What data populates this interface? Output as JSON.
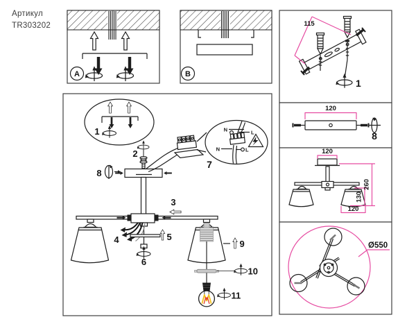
{
  "header": {
    "label": "Артикул",
    "code": "TR303202"
  },
  "panel_a": {
    "letter": "A"
  },
  "panel_b": {
    "letter": "B"
  },
  "anchor_panel": {
    "dim": "115",
    "step": "1"
  },
  "bar_panel": {
    "dim": "120",
    "step": "8"
  },
  "front_panel": {
    "dim_top": "120",
    "dim_total_height": "260",
    "dim_shade_height": "130",
    "dim_shade_width": "120"
  },
  "plan_panel": {
    "dim_diameter": "Ø550"
  },
  "steps": {
    "s1": "1",
    "s2": "2",
    "s3": "3",
    "s4": "4",
    "s5": "5",
    "s6": "6",
    "s7": "7",
    "s8": "8",
    "s9": "9",
    "s10": "10",
    "s11": "11"
  },
  "wiring": {
    "n_top": "N",
    "l_top": "L",
    "n_bottom": "N",
    "l_bottom": "L"
  },
  "colors": {
    "accent_magenta": "#e64ba1",
    "line": "#1e1e1e",
    "filament_yellow": "#f3c01e",
    "filament_red": "#e23b26",
    "socket_gray": "#d9d9d9"
  }
}
